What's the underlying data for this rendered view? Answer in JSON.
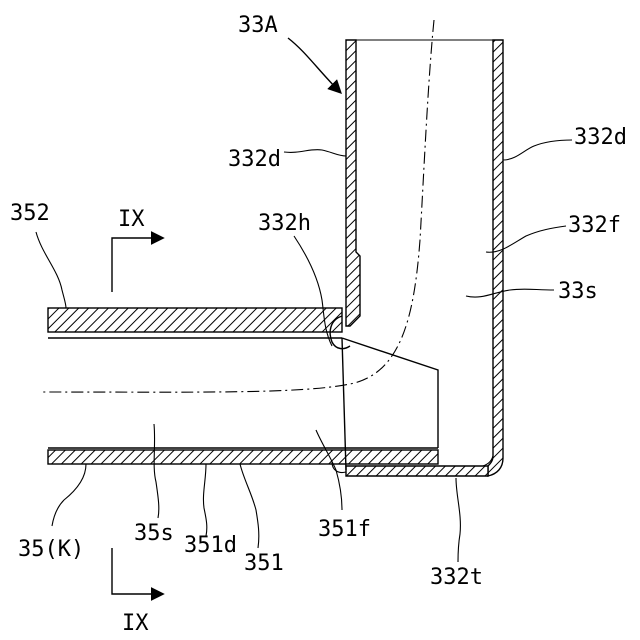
{
  "diagram": {
    "labels": {
      "l_33A": "33A",
      "l_332d_left": "332d",
      "l_332d_right": "332d",
      "l_352": "352",
      "l_IX_top": "IX",
      "l_332h": "332h",
      "l_332f": "332f",
      "l_33s": "33s",
      "l_35K": "35(K)",
      "l_35s": "35s",
      "l_351d": "351d",
      "l_351": "351",
      "l_351f": "351f",
      "l_332t": "332t",
      "l_IX_bottom": "IX"
    }
  }
}
